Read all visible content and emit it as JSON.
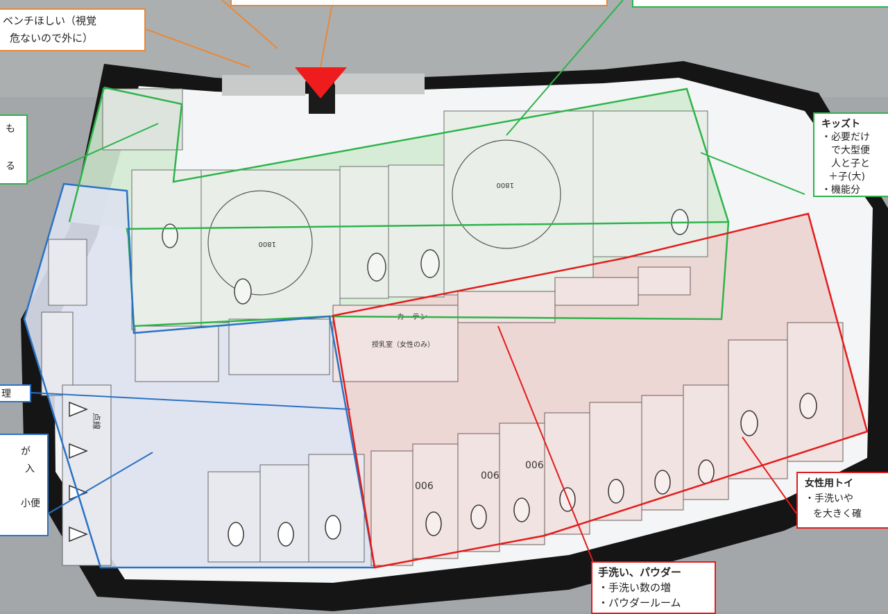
{
  "colors": {
    "orange": "#e8883a",
    "green": "#2db34a",
    "blue": "#2a72c4",
    "red": "#e31b1b",
    "entrance_marker": "#ee1c1c"
  },
  "callouts": {
    "bench": {
      "lines": [
        "ベンチほしい（視覚",
        "危ないので外に）"
      ]
    },
    "green_left": {
      "lines": [
        "も",
        "",
        "る"
      ]
    },
    "kids": {
      "title": "キッズト",
      "lines": [
        "・必要だけ",
        "で大型便",
        "人と子と",
        "＋子(大)",
        "・機能分"
      ]
    },
    "blue_small": {
      "lines": [
        "理"
      ]
    },
    "blue_left": {
      "lines": [
        "が",
        "入",
        "",
        "小便"
      ]
    },
    "womens": {
      "title": "女性用トイ",
      "lines": [
        "・手洗いや",
        "を大きく確"
      ]
    },
    "handwash": {
      "title": "手洗い、パウダー",
      "lines": [
        "・手洗い数の増",
        "・パウダールーム"
      ]
    }
  },
  "model_labels": {
    "curtain": "カーテン",
    "nursing": "授乳室（女性のみ）",
    "dim_1800_a": "1800",
    "dim_1800_b": "1800",
    "stall_no_a": "006",
    "stall_no_b": "006",
    "stall_no_c": "006",
    "handwritten": "点線"
  }
}
